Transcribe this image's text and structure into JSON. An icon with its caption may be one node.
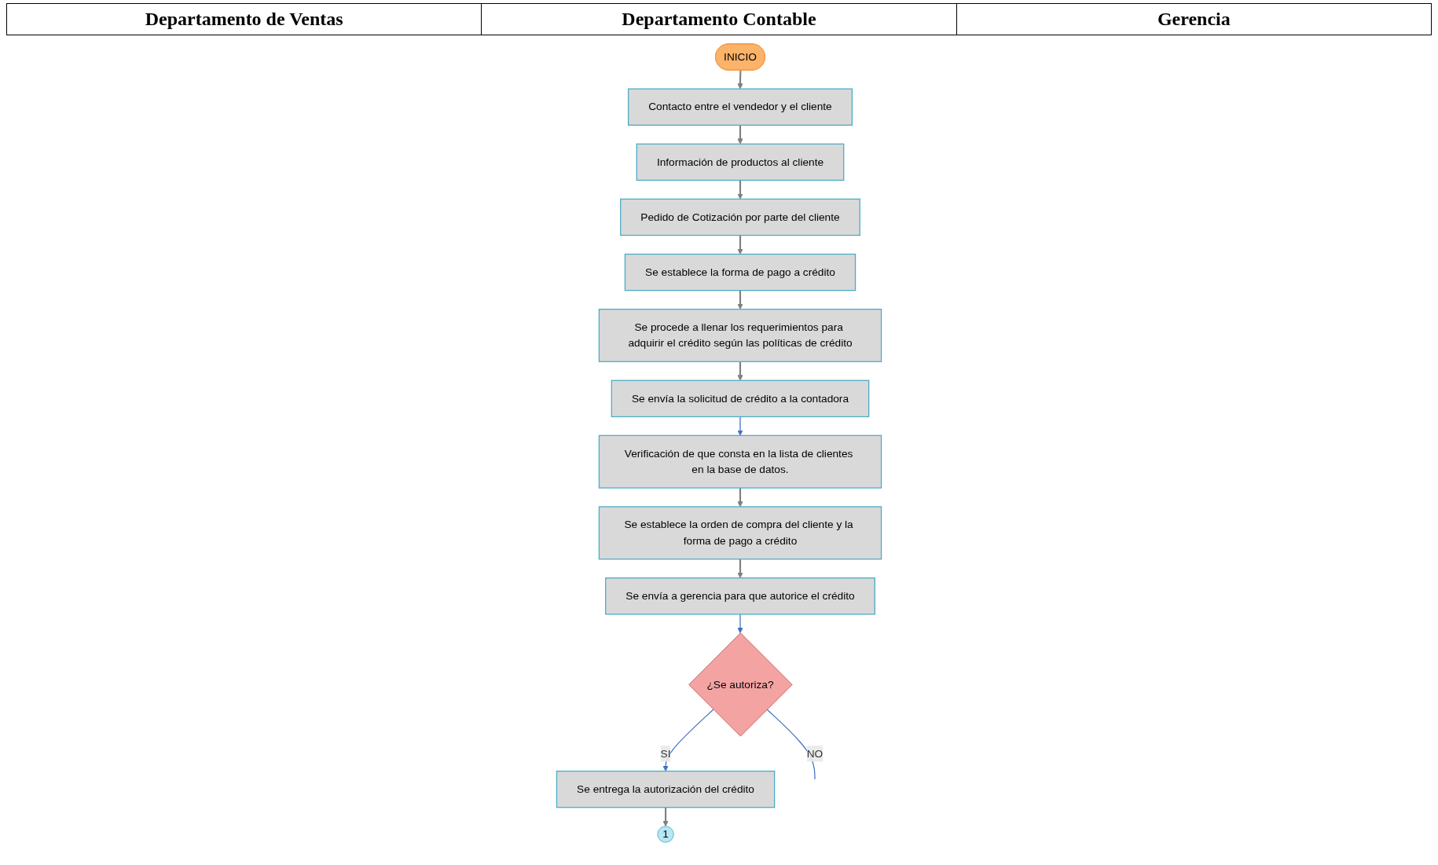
{
  "diagram": {
    "nodes": [
      {
        "text": [
          "INICIO"
        ]
      },
      {
        "text": [
          "Contacto entre el vendedor y el cliente"
        ]
      },
      {
        "text": [
          "Información de productos al cliente"
        ]
      },
      {
        "text": [
          "Pedido de Cotización por parte del cliente"
        ]
      },
      {
        "text": [
          "Se establece la forma de pago a crédito"
        ]
      },
      {
        "text": [
          "Se procede a llenar los requerimientos para adquirir el crédito según las políticas de crédito"
        ]
      },
      {
        "text": [
          "Se envía la solicitud de crédito a la contadora"
        ]
      },
      {
        "text": [
          "Verificación de que consta en la lista de clientes en la base de datos."
        ]
      },
      {
        "text": [
          "Se establece la orden de compra del cliente y la forma de pago a crédito"
        ]
      },
      {
        "text": [
          "Se envía a gerencia para que autorice el crédito"
        ]
      },
      {
        "text": [
          "¿Se autoriza?"
        ]
      },
      {
        "text": [
          "Se entrega la autorización del crédito"
        ]
      },
      {
        "text": [
          "1"
        ]
      }
    ],
    "edges": [
      {
        "from": 0,
        "to": 1,
        "arrow": "to"
      },
      {
        "from": 1,
        "to": 2,
        "arrow": "to"
      },
      {
        "from": 2,
        "to": 3,
        "arrow": "to"
      },
      {
        "from": 3,
        "to": 4,
        "arrow": "to"
      },
      {
        "from": 4,
        "to": 5,
        "arrow": "to"
      },
      {
        "from": 5,
        "to": 6,
        "arrow": "to"
      },
      {
        "from": 6,
        "to": 7,
        "arrow": "to",
        "color": "#4472c4"
      },
      {
        "from": 7,
        "to": 8,
        "arrow": "to"
      },
      {
        "from": 8,
        "to": 9,
        "arrow": "to"
      },
      {
        "from": 9,
        "to": 10,
        "arrow": "to",
        "color": "#4472c4"
      },
      {
        "from": 10,
        "to": null,
        "label": "NO",
        "arrow": "none",
        "color": "#4472c4"
      },
      {
        "from": 10,
        "to": 11,
        "label": "SI",
        "arrow": "to",
        "color": "#4472c4"
      },
      {
        "from": 11,
        "to": 12,
        "arrow": "to"
      }
    ],
    "labels": [
      "Departamento de Ventas",
      "Departamento Contable",
      "Gerencia"
    ]
  }
}
